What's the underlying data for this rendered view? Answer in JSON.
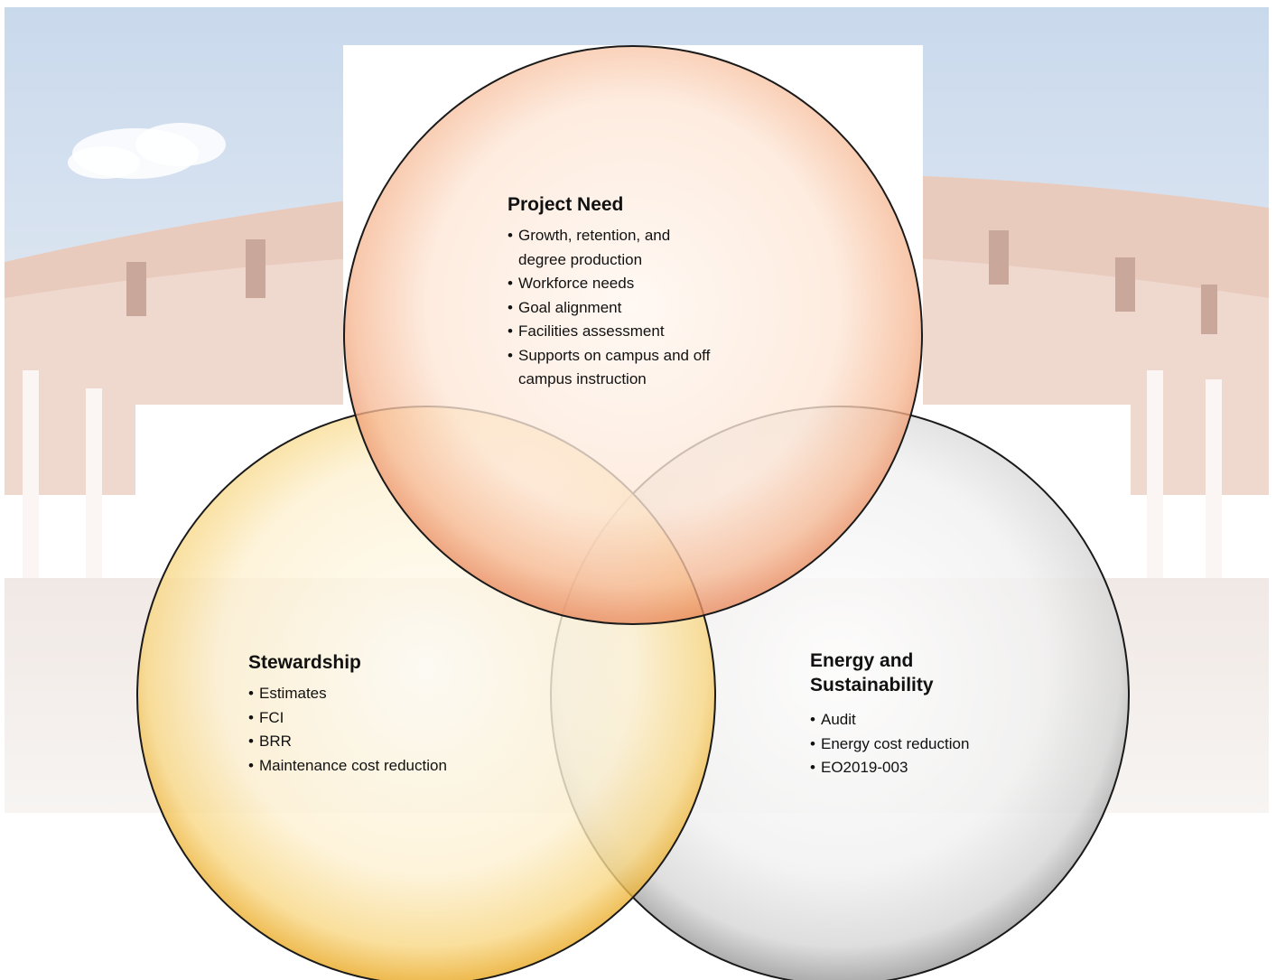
{
  "circles": [
    {
      "id": "project-need",
      "title": "Project Need",
      "items": [
        "Growth, retention, and",
        "degree production",
        "Workforce needs",
        "Goal  alignment",
        "Facilities assessment",
        "Supports on campus and off",
        "campus instruction"
      ],
      "fill": "#f5b48a",
      "stroke": "#1a1a1a"
    },
    {
      "id": "stewardship",
      "title": "Stewardship",
      "items": [
        "Estimates",
        "FCI",
        "BRR",
        "Maintenance cost reduction"
      ],
      "fill": "#f7cf55",
      "stroke": "#1a1a1a"
    },
    {
      "id": "energy",
      "title_lines": [
        "Energy and",
        "Sustainability"
      ],
      "items": [
        "Audit",
        "Energy cost reduction",
        "EO2019-003"
      ],
      "fill": "#d9d9d9",
      "stroke": "#1a1a1a"
    }
  ],
  "colors": {
    "sky": "#dbe6f2",
    "building": "#e7c3b4",
    "panel": "#ffffff"
  }
}
